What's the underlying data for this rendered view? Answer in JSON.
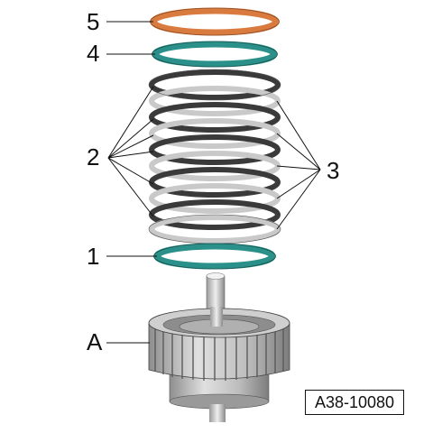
{
  "callouts": {
    "part_5": "5",
    "part_4": "4",
    "part_2": "2",
    "part_3": "3",
    "part_1": "1",
    "part_A": "A"
  },
  "reference_code": "A38-10080",
  "colors": {
    "shim_orange": "#d97a3e",
    "shim_teal": "#2a9089",
    "steel_plate": "#c9c9c9",
    "friction_plate": "#3a3a3a",
    "carrier_metal": "#b8b8b8"
  }
}
